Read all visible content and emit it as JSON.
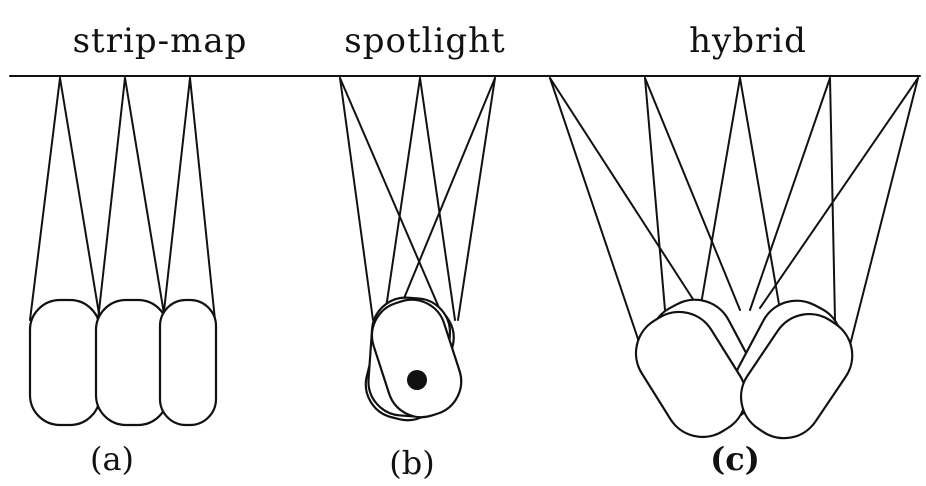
{
  "titles": {
    "strip_map": "strip-map",
    "spotlight": "spotlight",
    "hybrid": "hybrid"
  },
  "labels": {
    "a": "(a)",
    "b": "(b)",
    "c": "(c)"
  }
}
